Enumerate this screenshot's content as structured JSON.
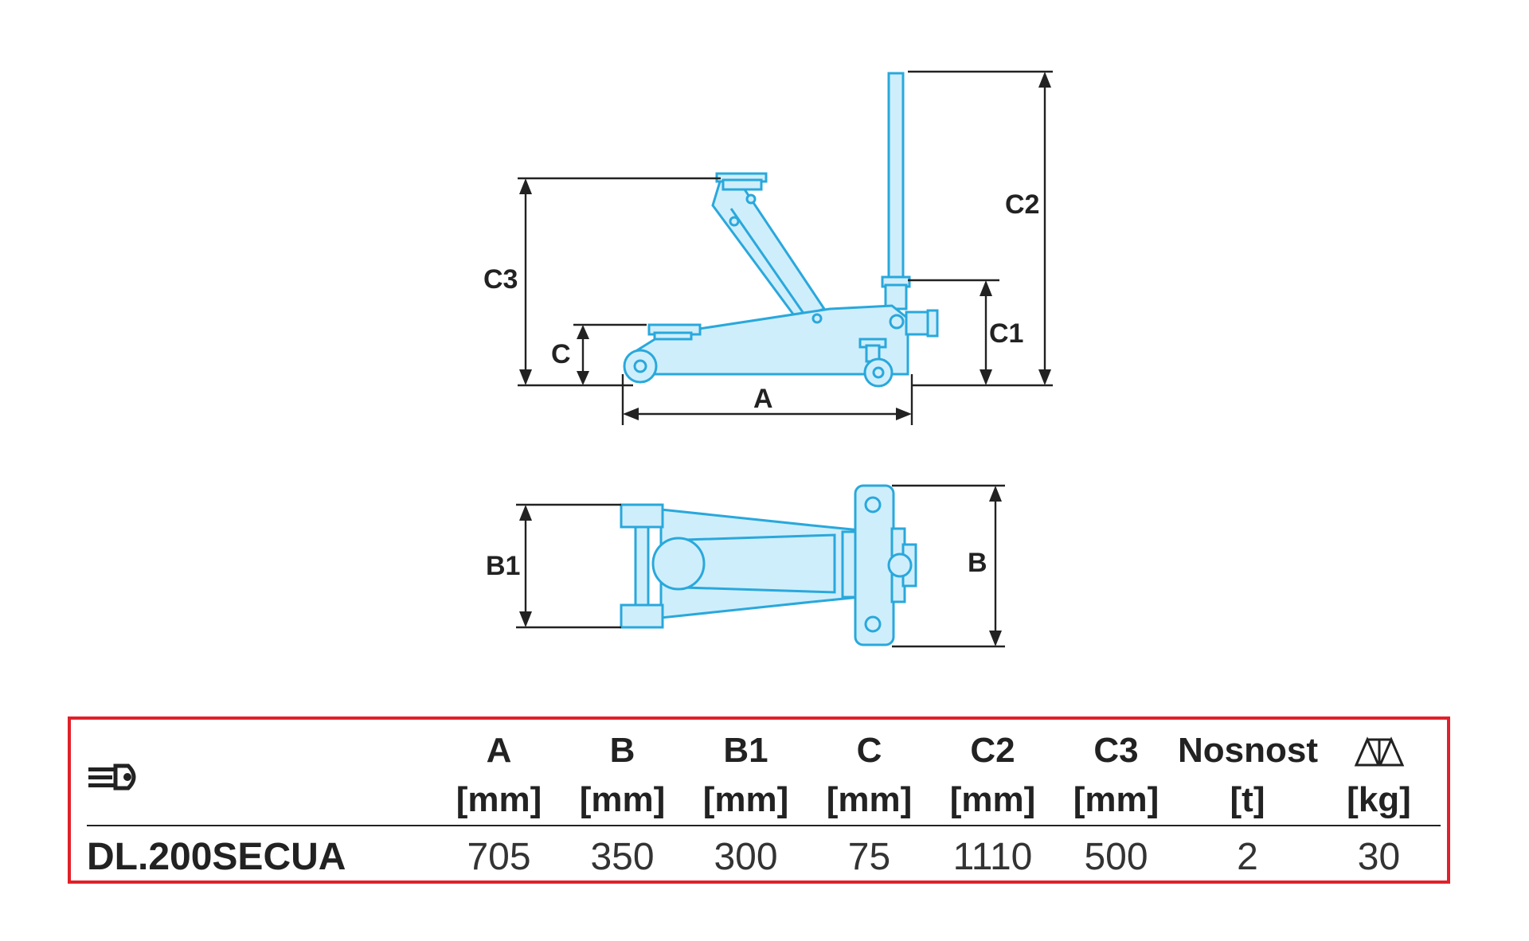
{
  "diagram": {
    "dimension_labels": {
      "A": "A",
      "B": "B",
      "B1": "B1",
      "C": "C",
      "C1": "C1",
      "C2": "C2",
      "C3": "C3"
    }
  },
  "spec_table": {
    "reference_icon": "reference-arrow-icon",
    "weight_icon": "scale-icon",
    "columns": [
      {
        "label": "A",
        "unit": "[mm]"
      },
      {
        "label": "B",
        "unit": "[mm]"
      },
      {
        "label": "B1",
        "unit": "[mm]"
      },
      {
        "label": "C",
        "unit": "[mm]"
      },
      {
        "label": "C2",
        "unit": "[mm]"
      },
      {
        "label": "C3",
        "unit": "[mm]"
      },
      {
        "label": "Nosnost",
        "unit": "[t]"
      },
      {
        "label": "",
        "unit": "[kg]"
      }
    ],
    "row": {
      "model": "DL.200SECUA",
      "values": [
        "705",
        "350",
        "300",
        "75",
        "1110",
        "500",
        "2",
        "30"
      ]
    }
  },
  "colors": {
    "part_fill": "#cfeefb",
    "part_stroke": "#29a8dc",
    "frame_red": "#e0202a"
  }
}
